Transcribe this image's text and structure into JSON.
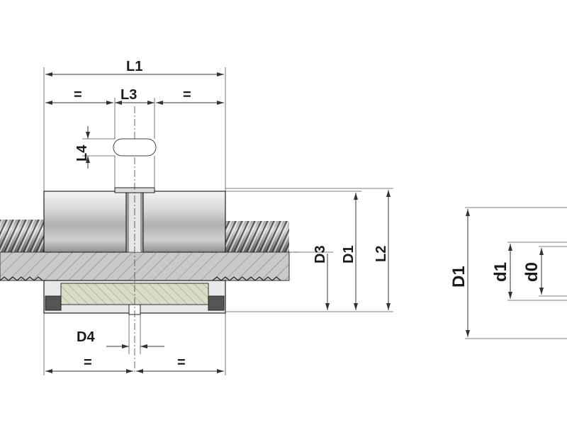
{
  "labels": {
    "L1": "L1",
    "L3": "L3",
    "L4": "L4",
    "L2": "L2",
    "D1": "D1",
    "D3": "D3",
    "D4": "D4",
    "eq": "=",
    "D1_right": "D1",
    "d1": "d1",
    "d0": "d0"
  },
  "colors": {
    "hatch_fill": "#c8c8c8",
    "insert_fill": "#d8dfc8",
    "outline": "#222222",
    "dim_line": "#333333"
  }
}
